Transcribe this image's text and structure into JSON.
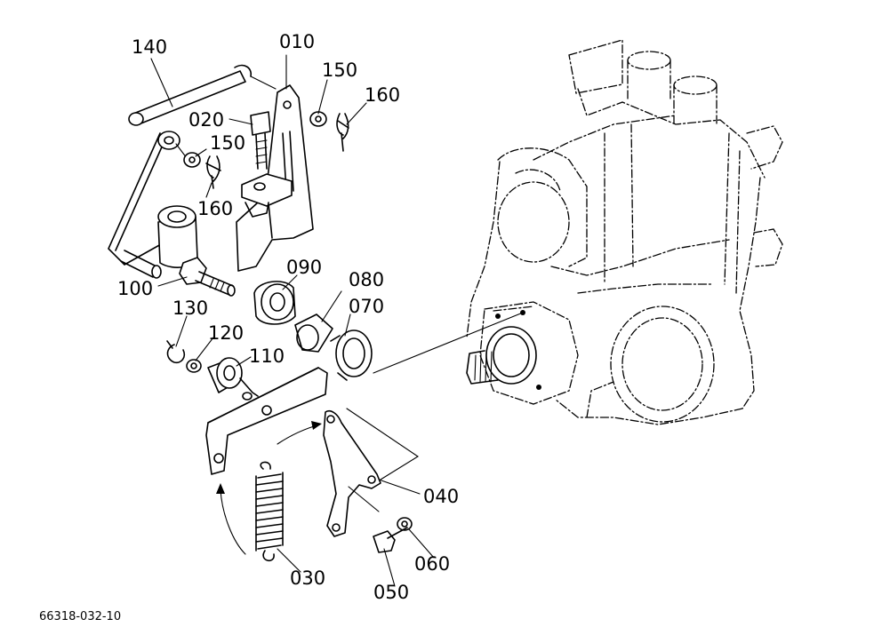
{
  "drawing_code": "66318-032-10",
  "parts": [
    {
      "id": "p010",
      "label": "010"
    },
    {
      "id": "p020",
      "label": "020"
    },
    {
      "id": "p030",
      "label": "030"
    },
    {
      "id": "p040",
      "label": "040"
    },
    {
      "id": "p050",
      "label": "050"
    },
    {
      "id": "p060",
      "label": "060"
    },
    {
      "id": "p070",
      "label": "070"
    },
    {
      "id": "p080",
      "label": "080"
    },
    {
      "id": "p090",
      "label": "090"
    },
    {
      "id": "p100",
      "label": "100"
    },
    {
      "id": "p110",
      "label": "110"
    },
    {
      "id": "p120",
      "label": "120"
    },
    {
      "id": "p130",
      "label": "130"
    },
    {
      "id": "p140",
      "label": "140"
    },
    {
      "id": "p150a",
      "label": "150"
    },
    {
      "id": "p150b",
      "label": "150"
    },
    {
      "id": "p160a",
      "label": "160"
    },
    {
      "id": "p160b",
      "label": "160"
    }
  ]
}
